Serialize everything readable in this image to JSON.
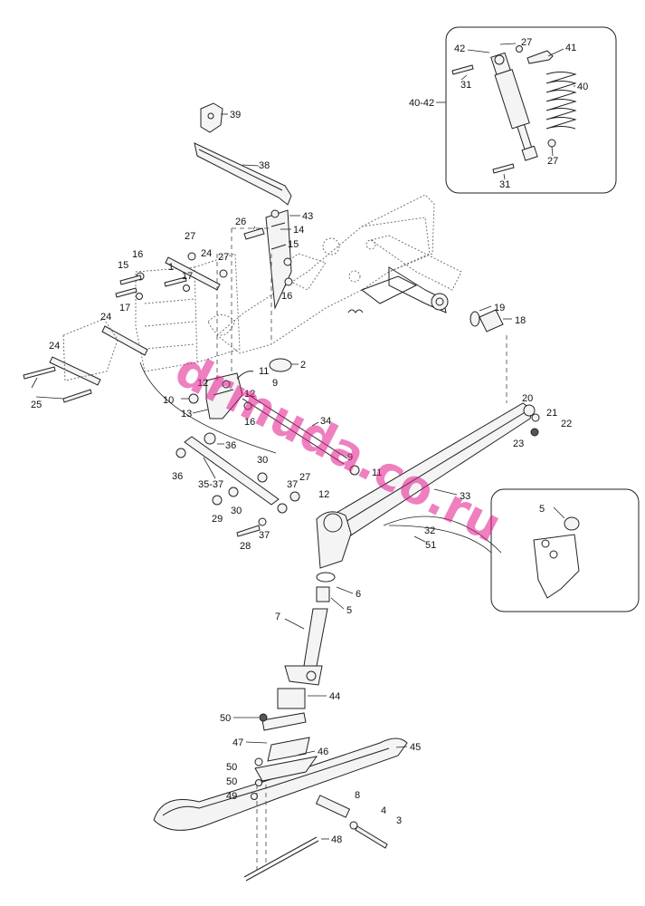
{
  "watermark": "drmuda.co.ru",
  "callouts": [
    {
      "id": "c-42",
      "text": "42"
    },
    {
      "id": "c-27a",
      "text": "27"
    },
    {
      "id": "c-41",
      "text": "41"
    },
    {
      "id": "c-40",
      "text": "40"
    },
    {
      "id": "c-31a",
      "text": "31"
    },
    {
      "id": "c-4042",
      "text": "40-42"
    },
    {
      "id": "c-27b",
      "text": "27"
    },
    {
      "id": "c-31b",
      "text": "31"
    },
    {
      "id": "c-39",
      "text": "39"
    },
    {
      "id": "c-38",
      "text": "38"
    },
    {
      "id": "c-43",
      "text": "43"
    },
    {
      "id": "c-26",
      "text": "26"
    },
    {
      "id": "c-14",
      "text": "14"
    },
    {
      "id": "c-15a",
      "text": "15"
    },
    {
      "id": "c-16a",
      "text": "16"
    },
    {
      "id": "c-27c",
      "text": "27"
    },
    {
      "id": "c-24a",
      "text": "24"
    },
    {
      "id": "c-27d",
      "text": "27"
    },
    {
      "id": "c-16b",
      "text": "16"
    },
    {
      "id": "c-15b",
      "text": "15"
    },
    {
      "id": "c-1",
      "text": "1"
    },
    {
      "id": "c-17a",
      "text": "17"
    },
    {
      "id": "c-17b",
      "text": "17"
    },
    {
      "id": "c-24b",
      "text": "24"
    },
    {
      "id": "c-24c",
      "text": "24"
    },
    {
      "id": "c-25",
      "text": "25"
    },
    {
      "id": "c-19",
      "text": "19"
    },
    {
      "id": "c-18",
      "text": "18"
    },
    {
      "id": "c-2",
      "text": "2"
    },
    {
      "id": "c-11a",
      "text": "11"
    },
    {
      "id": "c-12a",
      "text": "12"
    },
    {
      "id": "c-9a",
      "text": "9"
    },
    {
      "id": "c-12b",
      "text": "12"
    },
    {
      "id": "c-10",
      "text": "10"
    },
    {
      "id": "c-16c",
      "text": "16"
    },
    {
      "id": "c-13",
      "text": "13"
    },
    {
      "id": "c-34",
      "text": "34"
    },
    {
      "id": "c-20",
      "text": "20"
    },
    {
      "id": "c-21",
      "text": "21"
    },
    {
      "id": "c-22",
      "text": "22"
    },
    {
      "id": "c-23",
      "text": "23"
    },
    {
      "id": "c-36a",
      "text": "36"
    },
    {
      "id": "c-36b",
      "text": "36"
    },
    {
      "id": "c-30a",
      "text": "30"
    },
    {
      "id": "c-3537",
      "text": "35-37"
    },
    {
      "id": "c-9b",
      "text": "9"
    },
    {
      "id": "c-27e",
      "text": "27"
    },
    {
      "id": "c-11b",
      "text": "11"
    },
    {
      "id": "c-37a",
      "text": "37"
    },
    {
      "id": "c-33",
      "text": "33"
    },
    {
      "id": "c-30b",
      "text": "30"
    },
    {
      "id": "c-29",
      "text": "29"
    },
    {
      "id": "c-12c",
      "text": "12"
    },
    {
      "id": "c-28",
      "text": "28"
    },
    {
      "id": "c-37b",
      "text": "37"
    },
    {
      "id": "c-32",
      "text": "32"
    },
    {
      "id": "c-51",
      "text": "51"
    },
    {
      "id": "c-5a",
      "text": "5"
    },
    {
      "id": "c-6",
      "text": "6"
    },
    {
      "id": "c-5b",
      "text": "5"
    },
    {
      "id": "c-7",
      "text": "7"
    },
    {
      "id": "c-44",
      "text": "44"
    },
    {
      "id": "c-50a",
      "text": "50"
    },
    {
      "id": "c-47",
      "text": "47"
    },
    {
      "id": "c-46",
      "text": "46"
    },
    {
      "id": "c-45",
      "text": "45"
    },
    {
      "id": "c-50b",
      "text": "50"
    },
    {
      "id": "c-50c",
      "text": "50"
    },
    {
      "id": "c-49",
      "text": "49"
    },
    {
      "id": "c-8",
      "text": "8"
    },
    {
      "id": "c-4",
      "text": "4"
    },
    {
      "id": "c-3",
      "text": "3"
    },
    {
      "id": "c-48",
      "text": "48"
    }
  ]
}
